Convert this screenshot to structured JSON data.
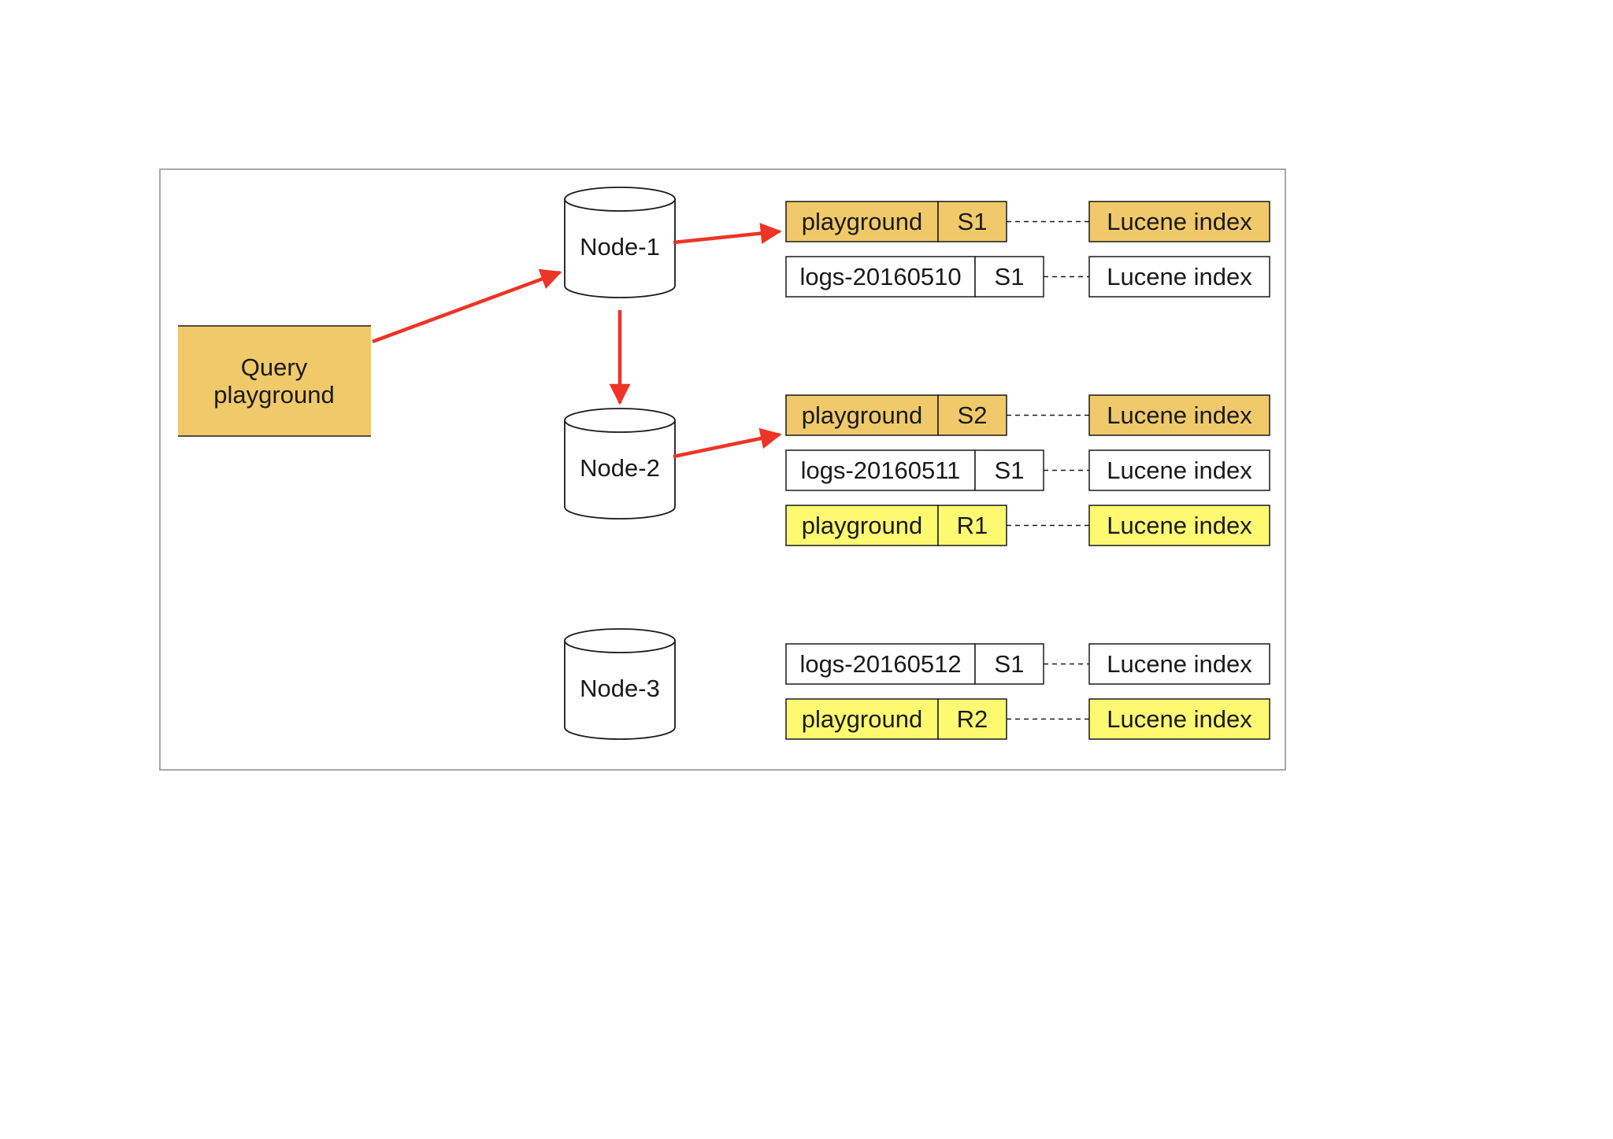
{
  "query": {
    "lines": [
      "Query",
      "playground"
    ],
    "fill": "#f0c96a"
  },
  "colors": {
    "primary_shard": "#f0c96a",
    "replica_shard": "#fdfa72",
    "plain": "#ffffff",
    "arrow": "#ee3426",
    "outline": "#1a1a1a",
    "frame": "#8a8a8a"
  },
  "nodes": [
    {
      "label": "Node-1",
      "shards": [
        {
          "index": "playground",
          "shard": "S1",
          "segment": "Lucene index",
          "kind": "primary",
          "queried": true
        },
        {
          "index": "logs-20160510",
          "shard": "S1",
          "segment": "Lucene index",
          "kind": "plain",
          "queried": false
        }
      ]
    },
    {
      "label": "Node-2",
      "shards": [
        {
          "index": "playground",
          "shard": "S2",
          "segment": "Lucene index",
          "kind": "primary",
          "queried": true
        },
        {
          "index": "logs-20160511",
          "shard": "S1",
          "segment": "Lucene index",
          "kind": "plain",
          "queried": false
        },
        {
          "index": "playground",
          "shard": "R1",
          "segment": "Lucene index",
          "kind": "replica",
          "queried": false
        }
      ]
    },
    {
      "label": "Node-3",
      "shards": [
        {
          "index": "logs-20160512",
          "shard": "S1",
          "segment": "Lucene index",
          "kind": "plain",
          "queried": false
        },
        {
          "index": "playground",
          "shard": "R2",
          "segment": "Lucene index",
          "kind": "replica",
          "queried": false
        }
      ]
    }
  ]
}
